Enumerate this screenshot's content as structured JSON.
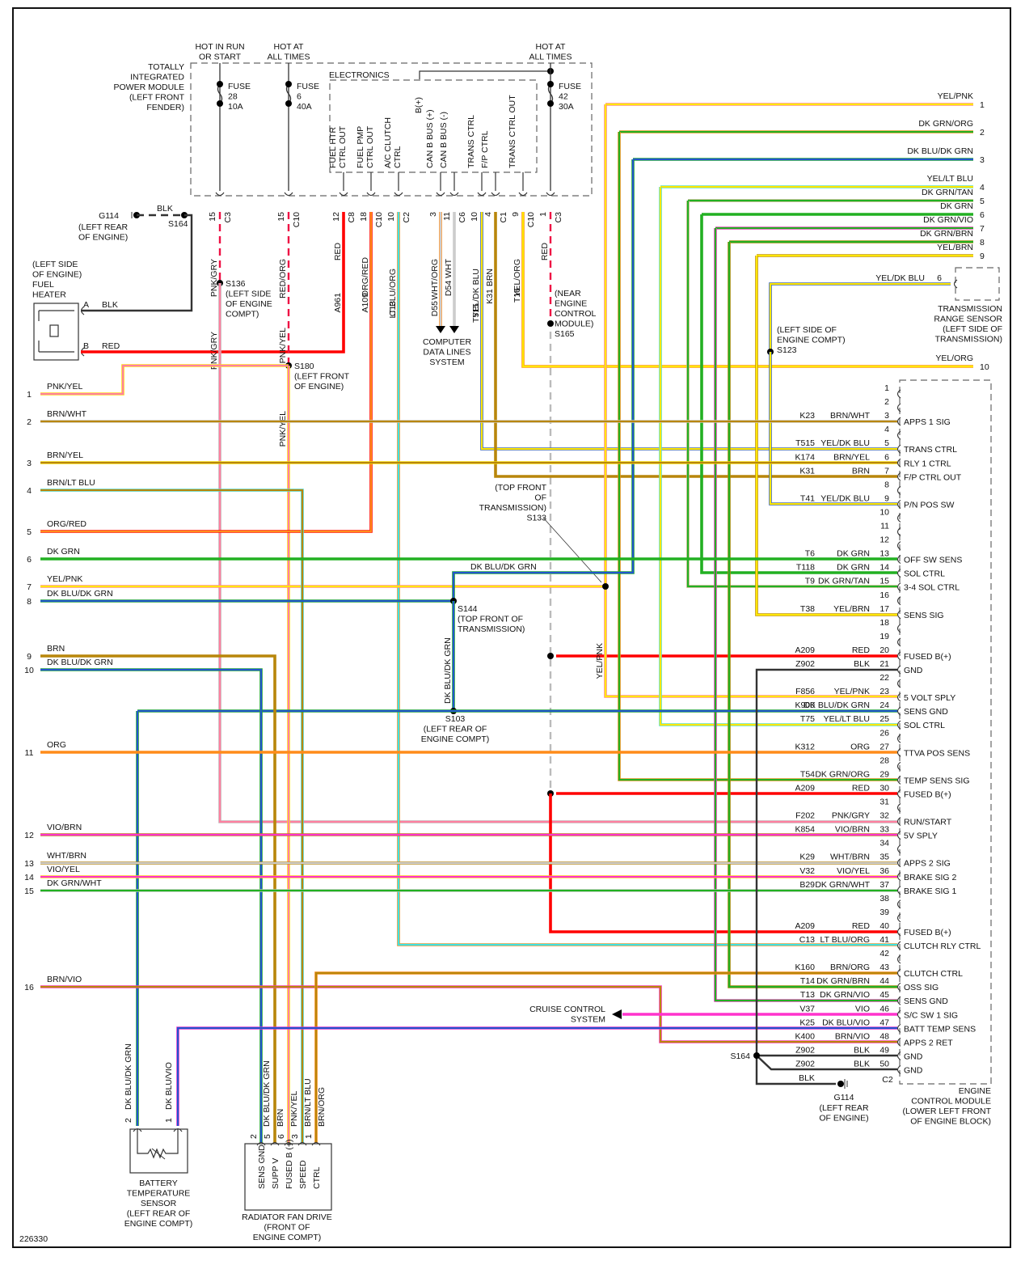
{
  "figure_id": "226330",
  "tipm": {
    "label": [
      "TOTALLY",
      "INTEGRATED",
      "POWER MODULE",
      "(LEFT FRONT",
      "FENDER)"
    ],
    "electronics_label": "ELECTRONICS",
    "bplus_label": "B(+)",
    "feeds": [
      {
        "title": [
          "HOT IN RUN",
          "OR START"
        ],
        "fuse": [
          "FUSE",
          "28",
          "10A"
        ],
        "pin": "15",
        "conn": "C3",
        "wire": "PNK/GRY"
      },
      {
        "title": [
          "HOT AT",
          "ALL TIMES"
        ],
        "fuse": [
          "FUSE",
          "6",
          "40A"
        ],
        "pin": "15",
        "conn": "C10",
        "wire": "RED/ORG"
      },
      {
        "title": [
          "HOT AT",
          "ALL TIMES"
        ],
        "fuse": [
          "FUSE",
          "42",
          "30A"
        ],
        "pin": "1",
        "conn": "C3",
        "wire": "RED"
      }
    ],
    "outputs": [
      {
        "label": [
          "FUEL HTR",
          "CTRL OUT"
        ],
        "pin": "12",
        "conn": "C8",
        "wire": "RED",
        "circuit": "A961"
      },
      {
        "label": [
          "FUEL PMP",
          "CTRL OUT"
        ],
        "pin": "18",
        "conn": "C10",
        "wire": "ORG/RED",
        "circuit": "A109"
      },
      {
        "label": [
          "A/C CLUTCH",
          "CTRL"
        ],
        "pin": "10",
        "conn": "C2",
        "wire": "LT BLU/ORG",
        "circuit": "C13"
      },
      {
        "label": [
          "CAN B BUS (+)"
        ],
        "pin": "3",
        "conn": "",
        "wire": "WHT/ORG",
        "circuit": "D55"
      },
      {
        "label": [
          "CAN B BUS (-)"
        ],
        "pin": "11",
        "conn": "C6",
        "wire": "WHT",
        "circuit": "D54"
      },
      {
        "label": [
          "TRANS CTRL"
        ],
        "pin": "10",
        "conn": "",
        "wire": "YEL/DK BLU",
        "circuit": "T515"
      },
      {
        "label": [
          "F/P CTRL"
        ],
        "pin": "4",
        "conn": "C1",
        "wire": "BRN",
        "circuit": "K31"
      },
      {
        "label": [
          "TRANS CTRL OUT"
        ],
        "pin": "9",
        "conn": "C10",
        "wire": "YEL/ORG",
        "circuit": "T16"
      }
    ]
  },
  "splices": {
    "S136": [
      "S136",
      "(LEFT SIDE",
      "OF ENGINE",
      "COMPT)"
    ],
    "S180": [
      "S180",
      "(LEFT FRONT",
      "OF ENGINE)"
    ],
    "S165": [
      "(NEAR",
      "ENGINE",
      "CONTROL",
      "MODULE)",
      "S165"
    ],
    "S133": [
      "(TOP FRONT",
      "OF",
      "TRANSMISSION)",
      "S133"
    ],
    "S144": [
      "S144",
      "(TOP FRONT OF",
      "TRANSMISSION)"
    ],
    "S103": [
      "S103",
      "(LEFT REAR OF",
      "ENGINE COMPT)"
    ],
    "S123": [
      "(LEFT SIDE OF",
      "ENGINE COMPT)",
      "S123"
    ],
    "S164_top": "S164",
    "S164_bot": "S164"
  },
  "grounds": {
    "top": {
      "name": "G114",
      "wire": "BLK",
      "loc": [
        "(LEFT REAR",
        "OF ENGINE)"
      ]
    },
    "bottom": {
      "name": "G114",
      "wire": "BLK",
      "loc": [
        "(LEFT REAR",
        "OF ENGINE)"
      ]
    }
  },
  "fuel_heater": {
    "label": [
      "(LEFT SIDE",
      "OF ENGINE)",
      "FUEL",
      "HEATER"
    ],
    "pins": [
      {
        "pin": "A",
        "wire": "BLK"
      },
      {
        "pin": "B",
        "wire": "RED"
      }
    ]
  },
  "computer_data_lines": [
    "COMPUTER",
    "DATA LINES",
    "SYSTEM"
  ],
  "cruise_control": [
    "CRUISE CONTROL",
    "SYSTEM"
  ],
  "trs": {
    "label": [
      "TRANSMISSION",
      "RANGE SENSOR",
      "(LEFT SIDE OF",
      "TRANSMISSION)"
    ],
    "pin": "6",
    "wire": "YEL/DK BLU"
  },
  "right_harness": [
    {
      "n": "1",
      "wire": "YEL/PNK"
    },
    {
      "n": "2",
      "wire": "DK GRN/ORG"
    },
    {
      "n": "3",
      "wire": "DK BLU/DK GRN"
    },
    {
      "n": "4",
      "wire": "YEL/LT BLU"
    },
    {
      "n": "5",
      "wire": "DK GRN/TAN"
    },
    {
      "n": "6",
      "wire": "DK GRN"
    },
    {
      "n": "7",
      "wire": "DK GRN/VIO"
    },
    {
      "n": "8",
      "wire": "DK GRN/BRN"
    },
    {
      "n": "9",
      "wire": "YEL/BRN"
    },
    {
      "n": "10",
      "wire": "YEL/ORG"
    }
  ],
  "left_harness": [
    {
      "n": "1",
      "wire": "PNK/YEL"
    },
    {
      "n": "2",
      "wire": "BRN/WHT"
    },
    {
      "n": "3",
      "wire": "BRN/YEL"
    },
    {
      "n": "4",
      "wire": "BRN/LT BLU"
    },
    {
      "n": "5",
      "wire": "ORG/RED"
    },
    {
      "n": "6",
      "wire": "DK GRN"
    },
    {
      "n": "7",
      "wire": "YEL/PNK"
    },
    {
      "n": "8",
      "wire": "DK BLU/DK GRN"
    },
    {
      "n": "9",
      "wire": "BRN"
    },
    {
      "n": "10",
      "wire": "DK BLU/DK GRN"
    },
    {
      "n": "11",
      "wire": "ORG"
    },
    {
      "n": "12",
      "wire": "VIO/BRN"
    },
    {
      "n": "13",
      "wire": "WHT/BRN"
    },
    {
      "n": "14",
      "wire": "VIO/YEL"
    },
    {
      "n": "15",
      "wire": "DK GRN/WHT"
    },
    {
      "n": "16",
      "wire": "BRN/VIO"
    }
  ],
  "mid_labels": {
    "dkblu_dkgrn": "DK BLU/DK GRN",
    "yel_pnk": "YEL/PNK",
    "pnk_gry": "PNK/GRY",
    "pnk_yel": "PNK/YEL",
    "pnk_yel2": "PNK/YEL"
  },
  "ecm": {
    "connector": "C2",
    "label": [
      "ENGINE",
      "CONTROL MODULE",
      "(LOWER LEFT FRONT",
      "OF ENGINE BLOCK)"
    ],
    "pins": [
      {
        "pin": "1",
        "circuit": "",
        "wire": "",
        "func": ""
      },
      {
        "pin": "2",
        "circuit": "",
        "wire": "",
        "func": ""
      },
      {
        "pin": "3",
        "circuit": "K23",
        "wire": "BRN/WHT",
        "func": "APPS 1 SIG"
      },
      {
        "pin": "4",
        "circuit": "",
        "wire": "",
        "func": ""
      },
      {
        "pin": "5",
        "circuit": "T515",
        "wire": "YEL/DK BLU",
        "func": "TRANS CTRL"
      },
      {
        "pin": "6",
        "circuit": "K174",
        "wire": "BRN/YEL",
        "func": "RLY 1 CTRL"
      },
      {
        "pin": "7",
        "circuit": "K31",
        "wire": "BRN",
        "func": "F/P CTRL OUT"
      },
      {
        "pin": "8",
        "circuit": "",
        "wire": "",
        "func": ""
      },
      {
        "pin": "9",
        "circuit": "T41",
        "wire": "YEL/DK BLU",
        "func": "P/N POS SW"
      },
      {
        "pin": "10",
        "circuit": "",
        "wire": "",
        "func": ""
      },
      {
        "pin": "11",
        "circuit": "",
        "wire": "",
        "func": ""
      },
      {
        "pin": "12",
        "circuit": "",
        "wire": "",
        "func": ""
      },
      {
        "pin": "13",
        "circuit": "T6",
        "wire": "DK GRN",
        "func": "OFF SW SENS"
      },
      {
        "pin": "14",
        "circuit": "T118",
        "wire": "DK GRN",
        "func": "SOL CTRL"
      },
      {
        "pin": "15",
        "circuit": "T9",
        "wire": "DK GRN/TAN",
        "func": "3-4 SOL CTRL"
      },
      {
        "pin": "16",
        "circuit": "",
        "wire": "",
        "func": ""
      },
      {
        "pin": "17",
        "circuit": "T38",
        "wire": "YEL/BRN",
        "func": "SENS SIG"
      },
      {
        "pin": "18",
        "circuit": "",
        "wire": "",
        "func": ""
      },
      {
        "pin": "19",
        "circuit": "",
        "wire": "",
        "func": ""
      },
      {
        "pin": "20",
        "circuit": "A209",
        "wire": "RED",
        "func": "FUSED B(+)"
      },
      {
        "pin": "21",
        "circuit": "Z902",
        "wire": "BLK",
        "func": "GND"
      },
      {
        "pin": "22",
        "circuit": "",
        "wire": "",
        "func": ""
      },
      {
        "pin": "23",
        "circuit": "F856",
        "wire": "YEL/PNK",
        "func": "5 VOLT SPLY"
      },
      {
        "pin": "24",
        "circuit": "K900",
        "wire": "DK BLU/DK GRN",
        "func": "SENS GND"
      },
      {
        "pin": "25",
        "circuit": "T75",
        "wire": "YEL/LT BLU",
        "func": "SOL CTRL"
      },
      {
        "pin": "26",
        "circuit": "",
        "wire": "",
        "func": ""
      },
      {
        "pin": "27",
        "circuit": "K312",
        "wire": "ORG",
        "func": "TTVA POS SENS"
      },
      {
        "pin": "28",
        "circuit": "",
        "wire": "",
        "func": ""
      },
      {
        "pin": "29",
        "circuit": "T54",
        "wire": "DK GRN/ORG",
        "func": "TEMP SENS SIG"
      },
      {
        "pin": "30",
        "circuit": "A209",
        "wire": "RED",
        "func": "FUSED B(+)"
      },
      {
        "pin": "31",
        "circuit": "",
        "wire": "",
        "func": ""
      },
      {
        "pin": "32",
        "circuit": "F202",
        "wire": "PNK/GRY",
        "func": "RUN/START"
      },
      {
        "pin": "33",
        "circuit": "K854",
        "wire": "VIO/BRN",
        "func": "5V SPLY"
      },
      {
        "pin": "34",
        "circuit": "",
        "wire": "",
        "func": ""
      },
      {
        "pin": "35",
        "circuit": "K29",
        "wire": "WHT/BRN",
        "func": "APPS 2 SIG"
      },
      {
        "pin": "36",
        "circuit": "V32",
        "wire": "VIO/YEL",
        "func": "BRAKE SIG 2"
      },
      {
        "pin": "37",
        "circuit": "B29",
        "wire": "DK GRN/WHT",
        "func": "BRAKE SIG 1"
      },
      {
        "pin": "38",
        "circuit": "",
        "wire": "",
        "func": ""
      },
      {
        "pin": "39",
        "circuit": "",
        "wire": "",
        "func": ""
      },
      {
        "pin": "40",
        "circuit": "A209",
        "wire": "RED",
        "func": "FUSED B(+)"
      },
      {
        "pin": "41",
        "circuit": "C13",
        "wire": "LT BLU/ORG",
        "func": "CLUTCH RLY CTRL"
      },
      {
        "pin": "42",
        "circuit": "",
        "wire": "",
        "func": ""
      },
      {
        "pin": "43",
        "circuit": "K160",
        "wire": "BRN/ORG",
        "func": "CLUTCH CTRL"
      },
      {
        "pin": "44",
        "circuit": "T14",
        "wire": "DK GRN/BRN",
        "func": "OSS SIG"
      },
      {
        "pin": "45",
        "circuit": "T13",
        "wire": "DK GRN/VIO",
        "func": "SENS GND"
      },
      {
        "pin": "46",
        "circuit": "V37",
        "wire": "VIO",
        "func": "S/C SW 1 SIG"
      },
      {
        "pin": "47",
        "circuit": "K25",
        "wire": "DK BLU/VIO",
        "func": "BATT TEMP SENS"
      },
      {
        "pin": "48",
        "circuit": "K400",
        "wire": "BRN/VIO",
        "func": "APPS 2 RET"
      },
      {
        "pin": "49",
        "circuit": "Z902",
        "wire": "BLK",
        "func": "GND"
      },
      {
        "pin": "50",
        "circuit": "Z902",
        "wire": "BLK",
        "func": "GND"
      }
    ]
  },
  "battery_temp_sensor": {
    "label": [
      "BATTERY",
      "TEMPERATURE",
      "SENSOR",
      "(LEFT REAR OF",
      "ENGINE COMPT)"
    ],
    "pins": [
      {
        "pin": "2",
        "wire": "DK BLU/DK GRN"
      },
      {
        "pin": "1",
        "wire": "DK BLU/VIO"
      }
    ]
  },
  "radiator_fan_drive": {
    "label": [
      "RADIATOR FAN DRIVE",
      "(FRONT OF",
      "ENGINE COMPT)"
    ],
    "pins": [
      {
        "pin": "2",
        "wire": "DK BLU/DK GRN",
        "func": "SENS GND"
      },
      {
        "pin": "5",
        "wire": "BRN",
        "func": "SUPP V"
      },
      {
        "pin": "6",
        "wire": "PNK/YEL",
        "func": "FUSED B (+)"
      },
      {
        "pin": "3",
        "wire": "BRN/LT BLU",
        "func": "SPEED"
      },
      {
        "pin": "1",
        "wire": "BRN/ORG",
        "func": "CTRL"
      }
    ]
  },
  "colors": {
    "RED": "#ff0000",
    "BLK": "#333333",
    "ORG": "#ff8c1a",
    "YEL": "#ffe600",
    "PNK": "#ff80a0",
    "GRN": "#22b022",
    "BLU": "#2255cc",
    "LTBLU": "#40e0e0",
    "BRN": "#b8860b",
    "VIO": "#ff33cc",
    "WHT": "#cccccc",
    "GRY": "#bbbbbb",
    "TAN": "#d2b48c"
  }
}
